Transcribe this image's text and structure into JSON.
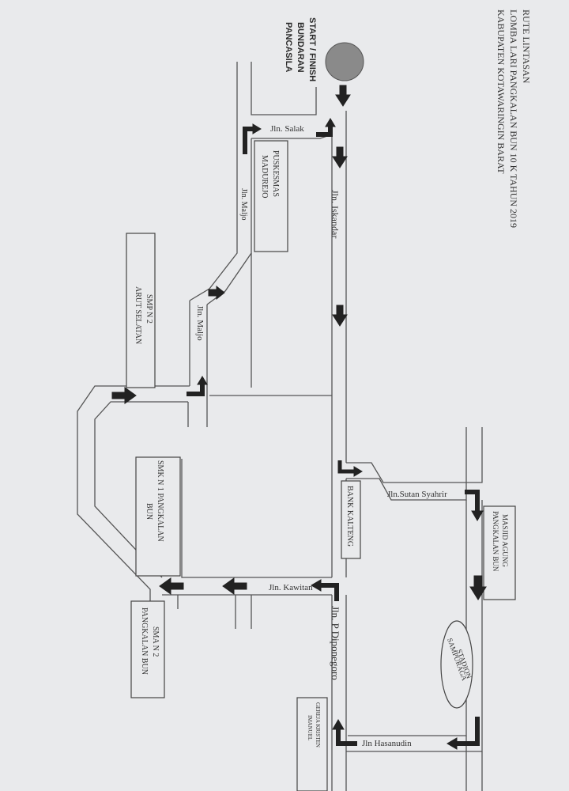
{
  "header": {
    "line1": "RUTE LINTASAN",
    "line2": "LOMBA LARI PANGKALAN BUN 10 K TAHUN 2019",
    "line3": "KABUPATEN KOTAWARINGIN BARAT"
  },
  "start": {
    "line1": "START / FINISH",
    "line2": "BUNDARAN",
    "line3": "PANCASILA",
    "color": "#8a8a8a"
  },
  "streets": {
    "salak": "Jln. Salak",
    "iskandar": "Jln. Iskandar",
    "maljo_upper": "Jln. Maljo",
    "maljo_lower": "Jln. Maljo",
    "sutan": "Jln.Sutan Syahrir",
    "kawitan": "Jln. Kawitan",
    "diponegoro": "Jln. P Diponegoro",
    "hasanudin": "Jln Hasanudin"
  },
  "landmarks": {
    "puskesmas": {
      "line1": "PUSKESMAS",
      "line2": "MADUREJO"
    },
    "smp": {
      "line1": "SMP N 2",
      "line2": "ARUT SELATAN"
    },
    "smk": {
      "line1": "SMK N 1  PANGKALAN",
      "line2": "BUN"
    },
    "bank": {
      "line1": "BANK  KALTENG"
    },
    "masjid": {
      "line1": "MASJID AGUNG",
      "line2": "PANGKALAN BUN"
    },
    "stadion": {
      "line1": "STADION",
      "line2": "SAMPURAGA"
    },
    "sma": {
      "line1": "SMA N 2",
      "line2": "PANGKALAN BUN"
    },
    "gereja": {
      "line1": "GEREJA KRISTEN",
      "line2": "IMANUEL"
    }
  },
  "colors": {
    "paper": "#e9eaec",
    "ink": "#222222"
  }
}
